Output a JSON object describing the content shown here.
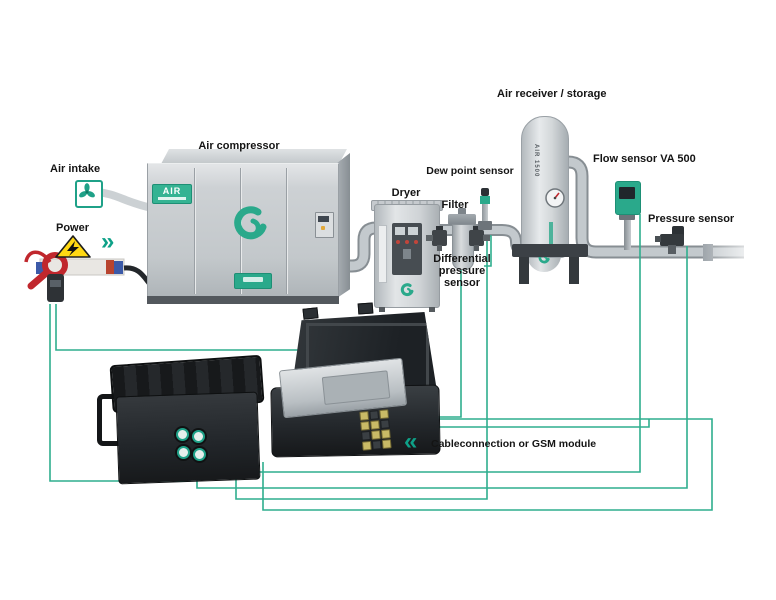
{
  "colors": {
    "accent_teal": "#1fa188",
    "line_teal": "#2fae8e",
    "pipe_gray": "#b8bec3",
    "case_black": "#1d2124",
    "metal_light": "#dfe2e4",
    "metal_dark": "#9aa1a6",
    "warning_yellow": "#ffd813",
    "clamp_red": "#c0272d"
  },
  "labels": {
    "air_intake": "Air intake",
    "power": "Power",
    "air_compressor": "Air compressor",
    "dryer": "Dryer",
    "dew_point_sensor": "Dew point sensor",
    "filter": "Filter",
    "differential_pressure_sensor": [
      "Differential",
      "pressure",
      "sensor"
    ],
    "air_receiver": "Air receiver / storage",
    "flow_sensor": "Flow sensor VA 500",
    "pressure_sensor": "Pressure sensor",
    "cable_connection": "Cableconnection or GSM module"
  },
  "icons": {
    "power_chevrons": "»",
    "cable_chevrons": "«",
    "fan_icon": "air-intake-fan",
    "warning_icon": "electric-hazard-triangle"
  },
  "equipment": {
    "compressor_badge": "AIR",
    "tank_marking": "AIR 1500"
  }
}
